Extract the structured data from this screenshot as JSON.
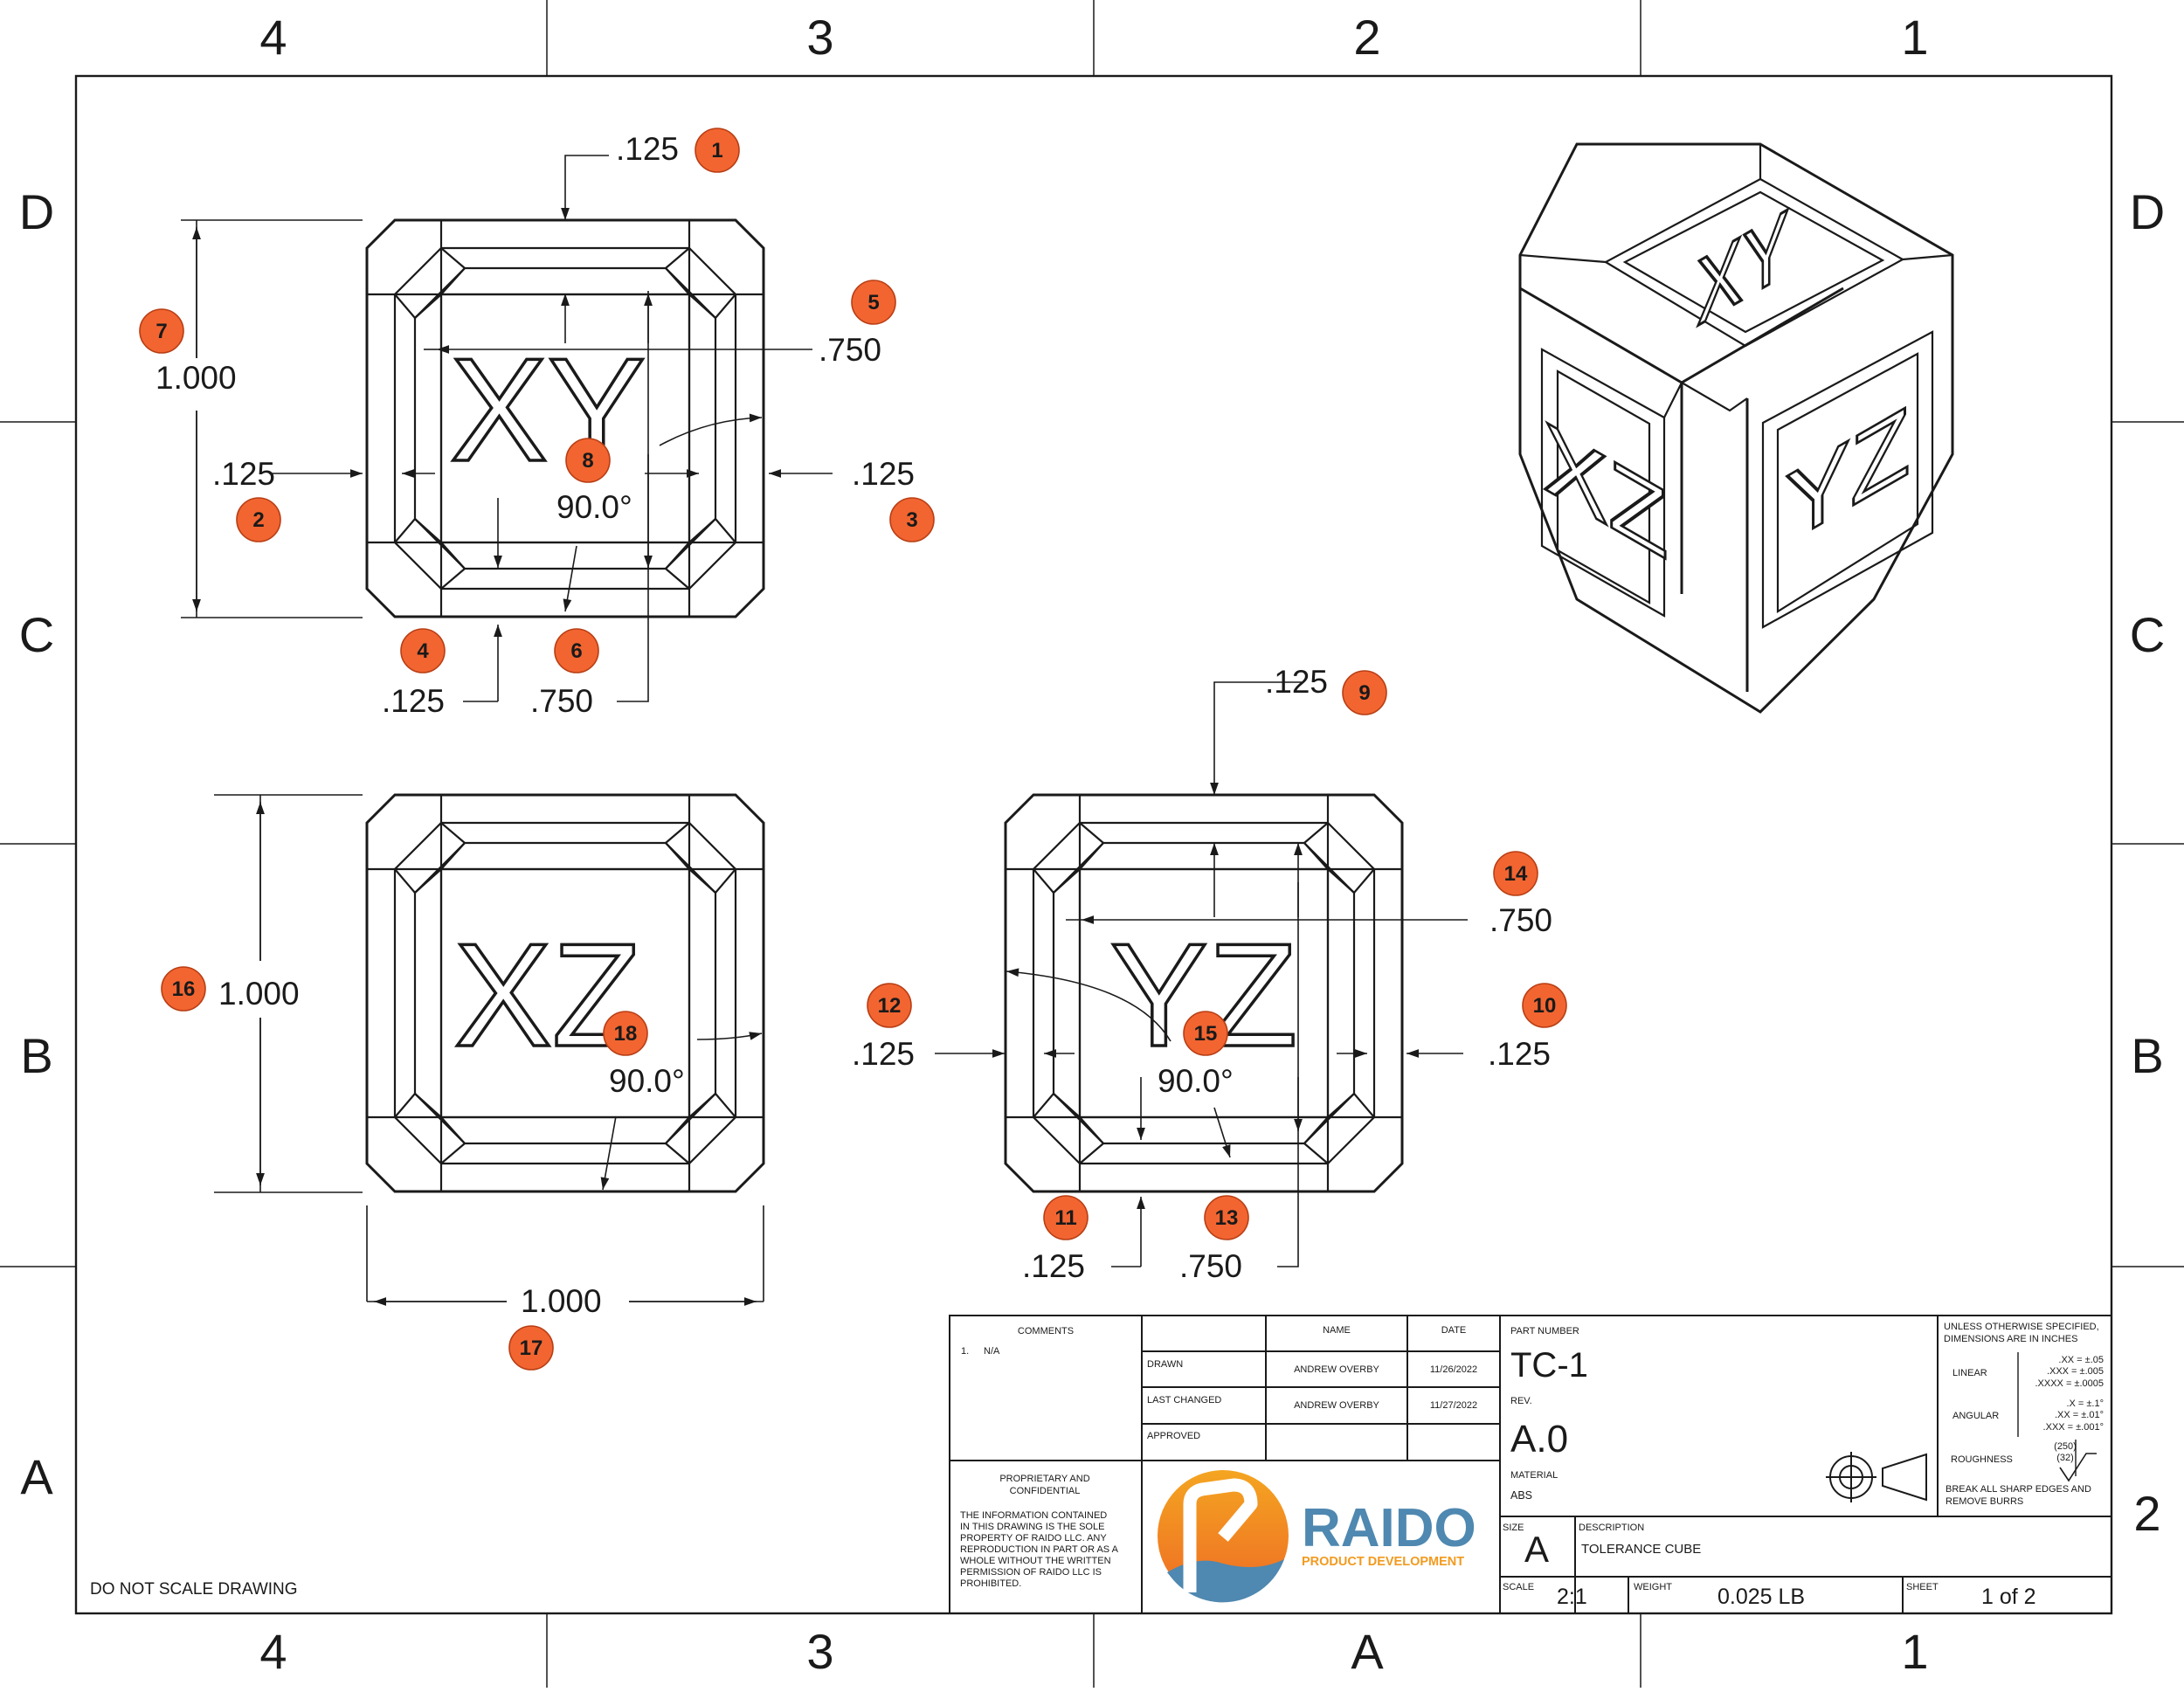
{
  "zones": {
    "columns": [
      "4",
      "3",
      "2",
      "1"
    ],
    "bottom_columns": [
      "4",
      "3",
      "A",
      "1"
    ],
    "rows": [
      "D",
      "C",
      "B",
      "A"
    ],
    "right_rows": [
      "D",
      "C",
      "B",
      "2"
    ]
  },
  "views": {
    "top": {
      "label": "XY"
    },
    "front": {
      "label": "XZ"
    },
    "side": {
      "label": "YZ"
    },
    "iso": {
      "faces": [
        "XY",
        "XZ",
        "YZ"
      ]
    }
  },
  "dimensions": {
    "d1": ".125",
    "d2": ".125",
    "d3": ".125",
    "d4": ".125",
    "d5": ".750",
    "d6": ".750",
    "d7": "1.000",
    "d8": "90.0°",
    "d9": ".125",
    "d10": ".125",
    "d11": ".125",
    "d12": ".125",
    "d13": ".750",
    "d14": ".750",
    "d15": "90.0°",
    "d16": "1.000",
    "d17": "1.000",
    "d18": "90.0°"
  },
  "balloons": [
    "1",
    "2",
    "3",
    "4",
    "5",
    "6",
    "7",
    "8",
    "9",
    "10",
    "11",
    "12",
    "13",
    "14",
    "15",
    "16",
    "17",
    "18"
  ],
  "notes": {
    "do_not_scale": "DO NOT SCALE DRAWING"
  },
  "title_block": {
    "comments_header": "COMMENTS",
    "comment_1_num": "1.",
    "comment_1_text": "N/A",
    "name_header": "NAME",
    "date_header": "DATE",
    "drawn_label": "DRAWN",
    "drawn_name": "ANDREW OVERBY",
    "drawn_date": "11/26/2022",
    "changed_label": "LAST CHANGED",
    "changed_name": "ANDREW OVERBY",
    "changed_date": "11/27/2022",
    "approved_label": "APPROVED",
    "proprietary_1": "PROPRIETARY AND",
    "proprietary_2": "CONFIDENTIAL",
    "prop_lines": [
      "THE INFORMATION CONTAINED",
      "IN THIS DRAWING IS THE SOLE",
      "PROPERTY OF RAIDO LLC. ANY",
      "REPRODUCTION IN PART OR AS A",
      "WHOLE WITHOUT THE WRITTEN",
      "PERMISSION OF RAIDO LLC IS",
      "PROHIBITED."
    ],
    "logo_name": "RAIDO",
    "logo_sub": "PRODUCT DEVELOPMENT",
    "part_number_label": "PART NUMBER",
    "part_number": "TC-1",
    "rev_label": "REV.",
    "rev": "A.0",
    "material_label": "MATERIAL",
    "material": "ABS",
    "size_label": "SIZE",
    "size": "A",
    "description_label": "DESCRIPTION",
    "description": "TOLERANCE CUBE",
    "scale_label": "SCALE",
    "scale": "2:1",
    "weight_label": "WEIGHT",
    "weight": "0.025 LB",
    "sheet_label": "SHEET",
    "sheet": "1 of 2",
    "tol_head_1": "UNLESS OTHERWISE SPECIFIED,",
    "tol_head_2": "DIMENSIONS ARE IN INCHES",
    "linear_label": "LINEAR",
    "linear_1": ".XX = ±.05",
    "linear_2": ".XXX = ±.005",
    "linear_3": ".XXXX = ±.0005",
    "angular_label": "ANGULAR",
    "angular_1": ".X = ±.1°",
    "angular_2": ".XX = ±.01°",
    "angular_3": ".XXX = ±.001°",
    "roughness_label": "ROUGHNESS",
    "roughness_1": "(250)",
    "roughness_2": "(32)",
    "break_1": "BREAK ALL SHARP EDGES AND",
    "break_2": "REMOVE BURRS"
  },
  "colors": {
    "balloon": "#f26531",
    "logo_orange": "#f29a1f",
    "logo_blue": "#4f88b0",
    "logo_red": "#e2502a"
  }
}
